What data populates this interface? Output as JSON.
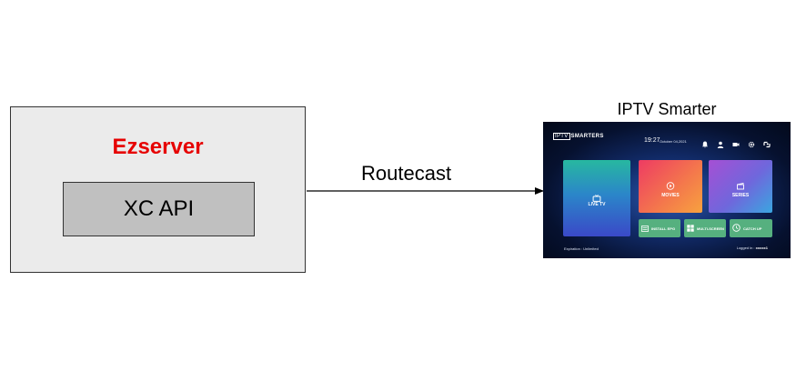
{
  "server": {
    "title": "Ezserver",
    "api_label": "XC API"
  },
  "connection": {
    "label": "Routecast"
  },
  "device": {
    "title": "IPTV Smarter",
    "logo_prefix": "IPTV",
    "logo_suffix": "SMARTERS",
    "time": "19:27",
    "date": "October 04,2021",
    "header_icons": [
      "bell-icon",
      "user-icon",
      "video-icon",
      "gear-icon",
      "switch-icon"
    ],
    "tiles": {
      "live": "LIVE TV",
      "movies": "MOVIES",
      "series": "SERIES",
      "install": "INSTALL EPG",
      "multi": "MULTI-SCREEN",
      "catchup": "CATCH UP"
    },
    "expiration": "Expiration : Unlimited",
    "logged_in_prefix": "Logged in :",
    "logged_in_user": "xxxxx1"
  },
  "colors": {
    "server_title": "#e60000",
    "server_bg": "#ebebeb",
    "api_bg": "#c0c0c0"
  }
}
